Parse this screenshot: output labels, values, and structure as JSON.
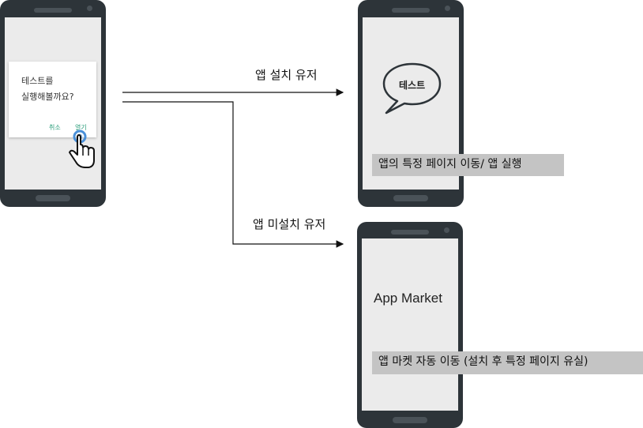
{
  "dialog": {
    "message": "테스트를\n실행해볼까요?",
    "cancel_label": "취소",
    "open_label": "열기"
  },
  "arrows": {
    "installed_label": "앱 설치 유저",
    "not_installed_label": "앱 미설치 유저"
  },
  "installed_screen": {
    "bubble_text": "테스트",
    "caption": "앱의 특정 페이지 이동/ 앱 실행"
  },
  "not_installed_screen": {
    "title": "App Market",
    "caption": "앱 마켓 자동 이동 (설치 후 특정 페이지 유실)"
  },
  "colors": {
    "phone_body": "#2d3439",
    "screen": "#ebebeb",
    "caption_bar": "#c4c4c4",
    "dialog_button": "#2a9d7a",
    "tap_ring": "#4a90d9"
  },
  "icons": [
    "hand-pointer-icon",
    "speech-bubble-icon",
    "arrow-icon"
  ]
}
